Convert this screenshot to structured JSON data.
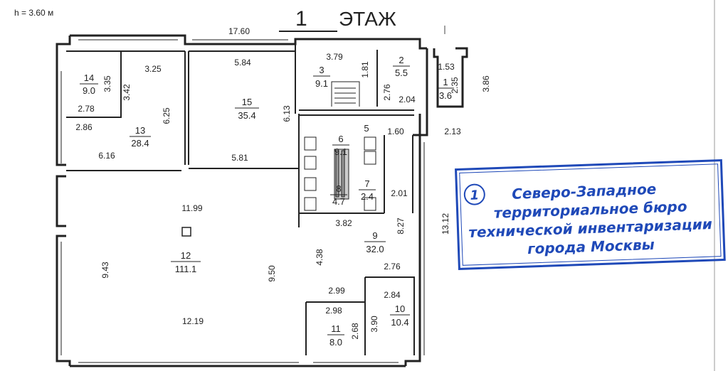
{
  "header": {
    "height_note": "h = 3.60 м",
    "floor_number": "1",
    "floor_label": "ЭТАЖ"
  },
  "rooms": [
    {
      "id": "14",
      "area": "9.0"
    },
    {
      "id": "13",
      "area": "28.4"
    },
    {
      "id": "15",
      "area": "35.4"
    },
    {
      "id": "3",
      "area": "9.1"
    },
    {
      "id": "2",
      "area": "5.5"
    },
    {
      "id": "1",
      "area": "3.6"
    },
    {
      "id": "6",
      "area": "9.1"
    },
    {
      "id": "5",
      "area": ""
    },
    {
      "id": "7",
      "area": "2.4"
    },
    {
      "id": "8",
      "area": "4.7"
    },
    {
      "id": "9",
      "area": "32.0"
    },
    {
      "id": "12",
      "area": "111.1"
    },
    {
      "id": "10",
      "area": "10.4"
    },
    {
      "id": "11",
      "area": "8.0"
    }
  ],
  "dimensions": [
    "17.60",
    "3.35",
    "3.25",
    "3.42",
    "2.78",
    "2.86",
    "6.25",
    "6.16",
    "5.84",
    "6.13",
    "5.81",
    "3.79",
    "1.81",
    "2.76",
    "2.04",
    "1.53",
    "2.35",
    "3.86",
    "1.60",
    "2.13",
    "2.01",
    "3.82",
    "8.27",
    "13.12",
    "11.99",
    "9.43",
    "9.50",
    "4.38",
    "2.76",
    "2.99",
    "2.84",
    "2.98",
    "3.90",
    "2.68",
    "12.19"
  ],
  "stamp": {
    "number": "1",
    "lines": [
      "Северо-Западное",
      "территориальное бюро",
      "технической инвентаризации",
      "города Москвы"
    ]
  },
  "colors": {
    "stamp_blue": "#1f49b8",
    "wall": "#222222",
    "ink": "#111111"
  }
}
